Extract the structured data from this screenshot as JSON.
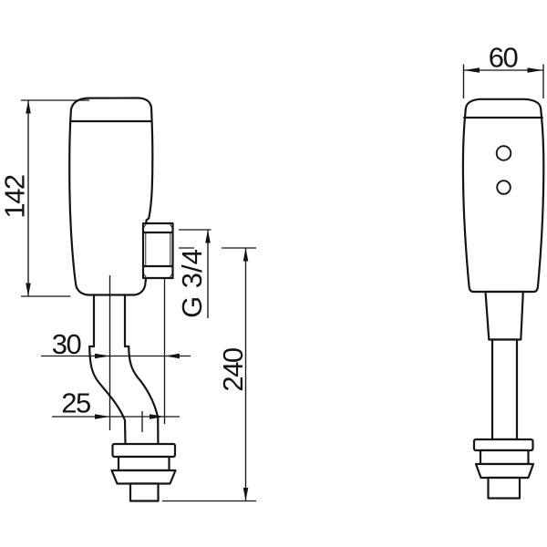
{
  "diagram": {
    "colors": {
      "background": "#ffffff",
      "line": "#141414",
      "text": "#141414"
    },
    "dimensions": {
      "body_height": "142",
      "pipe_offset": "30",
      "lower_offset": "25",
      "thread_size": "G 3/4",
      "install_height": "240",
      "body_width": "60"
    }
  }
}
